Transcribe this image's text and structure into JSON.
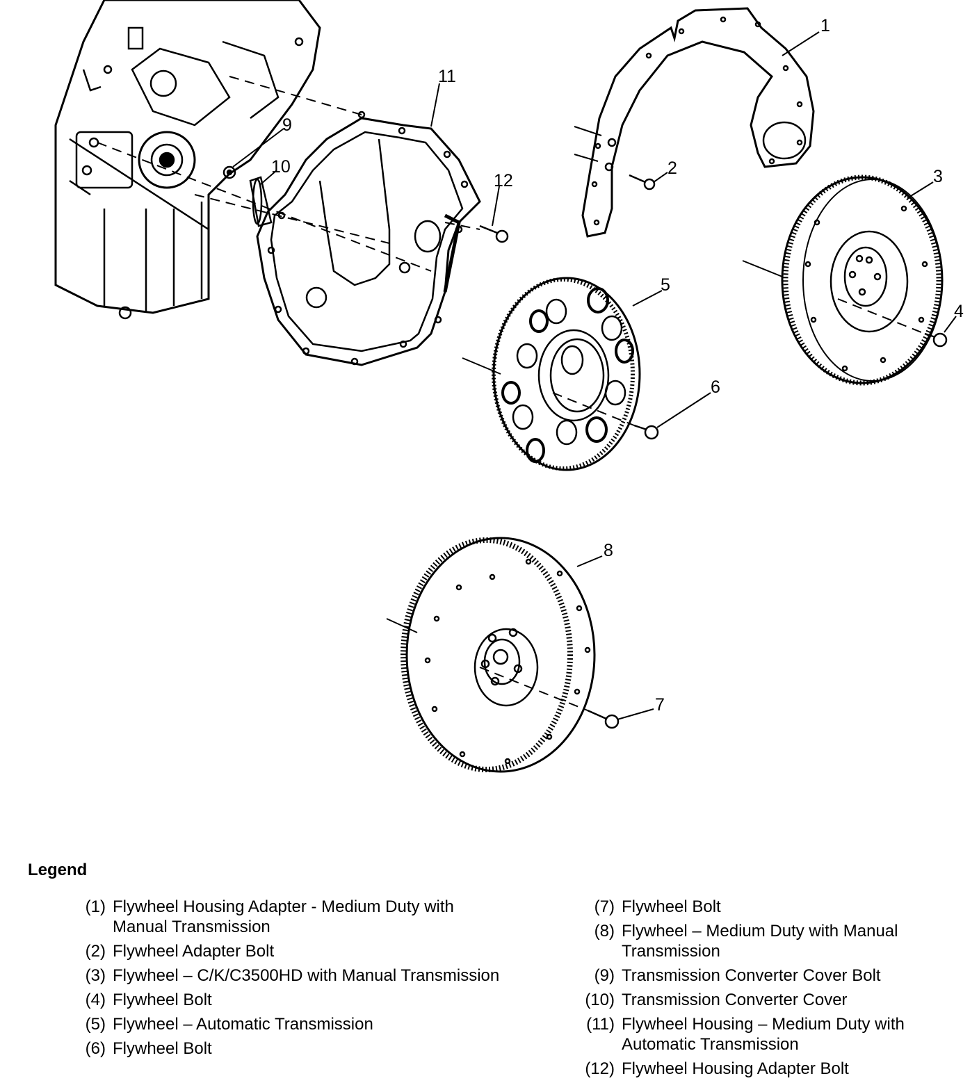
{
  "callouts": {
    "c1": "1",
    "c2": "2",
    "c3": "3",
    "c4": "4",
    "c5": "5",
    "c6": "6",
    "c7": "7",
    "c8": "8",
    "c9": "9",
    "c10": "10",
    "c11": "11",
    "c12": "12"
  },
  "legend": {
    "title": "Legend",
    "items": [
      {
        "num": "(1)",
        "text": "Flywheel Housing Adapter - Medium Duty with Manual Transmission"
      },
      {
        "num": "(2)",
        "text": "Flywheel Adapter Bolt"
      },
      {
        "num": "(3)",
        "text": "Flywheel – C/K/C3500HD with Manual Transmission"
      },
      {
        "num": "(4)",
        "text": "Flywheel Bolt"
      },
      {
        "num": "(5)",
        "text": "Flywheel – Automatic Transmission"
      },
      {
        "num": "(6)",
        "text": "Flywheel Bolt"
      },
      {
        "num": "(7)",
        "text": "Flywheel Bolt"
      },
      {
        "num": "(8)",
        "text": "Flywheel – Medium Duty with Manual Transmission"
      },
      {
        "num": "(9)",
        "text": "Transmission Converter Cover Bolt"
      },
      {
        "num": "(10)",
        "text": "Transmission Converter Cover"
      },
      {
        "num": "(11)",
        "text": "Flywheel Housing – Medium Duty with Automatic Transmission"
      },
      {
        "num": "(12)",
        "text": "Flywheel Housing Adapter Bolt"
      }
    ]
  }
}
